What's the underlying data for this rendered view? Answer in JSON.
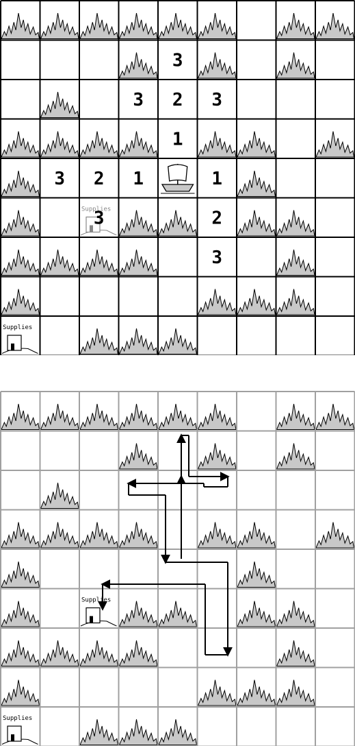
{
  "puzzle": {
    "rows": 9,
    "cols": 9,
    "mountains": [
      [
        0,
        0
      ],
      [
        0,
        1
      ],
      [
        0,
        2
      ],
      [
        0,
        3
      ],
      [
        0,
        4
      ],
      [
        0,
        5
      ],
      [
        0,
        7
      ],
      [
        0,
        8
      ],
      [
        1,
        3
      ],
      [
        1,
        5
      ],
      [
        1,
        7
      ],
      [
        2,
        1
      ],
      [
        3,
        0
      ],
      [
        3,
        1
      ],
      [
        3,
        2
      ],
      [
        3,
        3
      ],
      [
        3,
        5
      ],
      [
        3,
        6
      ],
      [
        3,
        8
      ],
      [
        4,
        0
      ],
      [
        4,
        6
      ],
      [
        5,
        0
      ],
      [
        5,
        3
      ],
      [
        5,
        4
      ],
      [
        5,
        6
      ],
      [
        5,
        7
      ],
      [
        6,
        0
      ],
      [
        6,
        1
      ],
      [
        6,
        2
      ],
      [
        6,
        3
      ],
      [
        6,
        7
      ],
      [
        7,
        0
      ],
      [
        7,
        5
      ],
      [
        7,
        6
      ],
      [
        7,
        7
      ],
      [
        8,
        2
      ],
      [
        8,
        3
      ],
      [
        8,
        4
      ]
    ],
    "supplies": [
      {
        "row": 5,
        "col": 2,
        "label": "Supplies"
      },
      {
        "row": 8,
        "col": 0,
        "label": "Supplies"
      }
    ],
    "ship": {
      "row": 4,
      "col": 4
    }
  },
  "hints": [
    {
      "row": 1,
      "col": 4,
      "value": "3"
    },
    {
      "row": 2,
      "col": 3,
      "value": "3"
    },
    {
      "row": 2,
      "col": 4,
      "value": "2"
    },
    {
      "row": 2,
      "col": 5,
      "value": "3"
    },
    {
      "row": 3,
      "col": 4,
      "value": "1"
    },
    {
      "row": 4,
      "col": 1,
      "value": "3"
    },
    {
      "row": 4,
      "col": 2,
      "value": "2"
    },
    {
      "row": 4,
      "col": 3,
      "value": "1"
    },
    {
      "row": 4,
      "col": 5,
      "value": "1"
    },
    {
      "row": 5,
      "col": 5,
      "value": "2"
    },
    {
      "row": 5,
      "col": 2,
      "value": "3"
    },
    {
      "row": 6,
      "col": 5,
      "value": "3"
    }
  ],
  "colors": {
    "grid_top": "#000000",
    "grid_bottom": "#a0a0a0",
    "mountain_fill": "#c8c8c8",
    "line": "#000000"
  },
  "icons": {
    "mountain": "mountain-icon",
    "ship": "ship-icon",
    "supplies": "supplies-house-icon"
  }
}
